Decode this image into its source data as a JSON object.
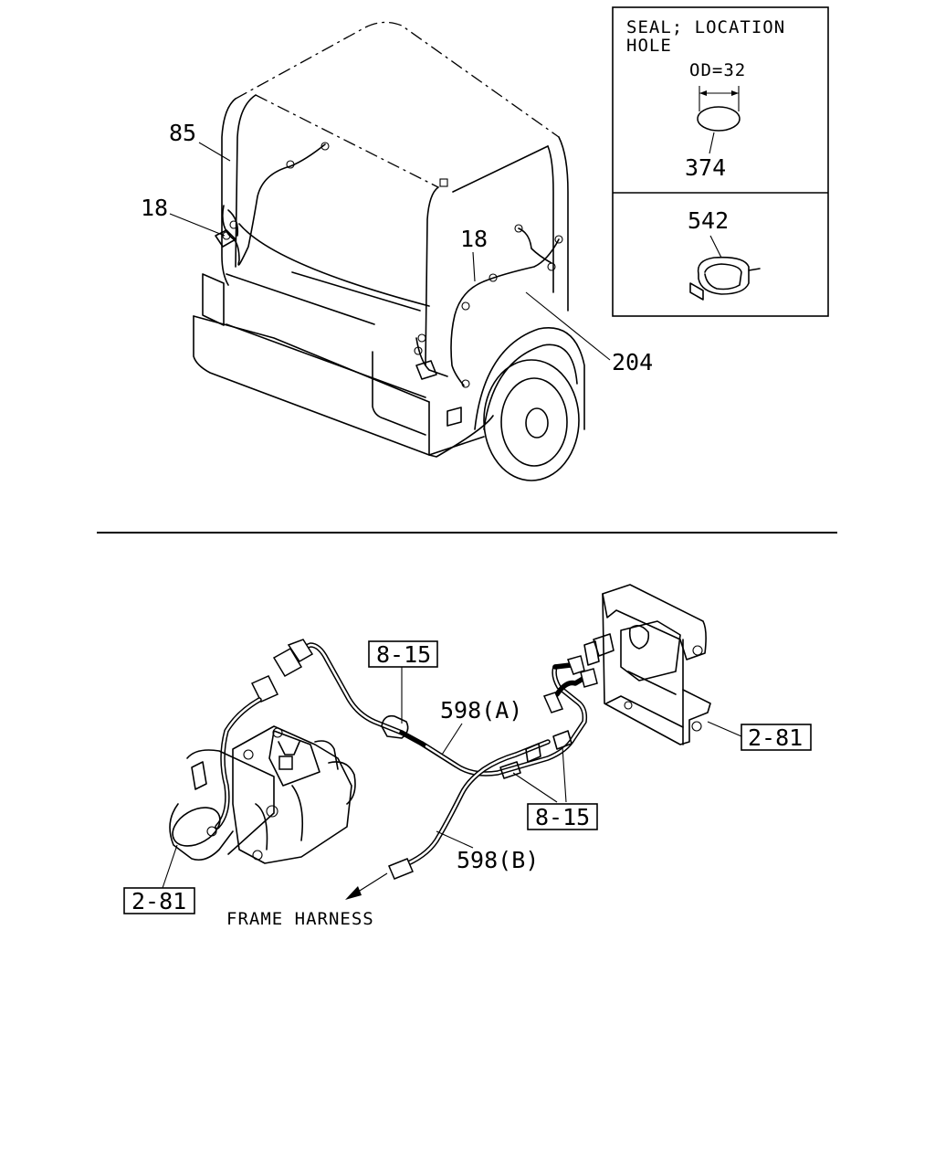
{
  "inset": {
    "title_line1": "SEAL; LOCATION",
    "title_line2": "HOLE",
    "od_label": "OD=32",
    "seal_part": "374",
    "clip_part": "542"
  },
  "upper": {
    "callouts": [
      "85",
      "18",
      "18",
      "204"
    ]
  },
  "lower": {
    "ref_8_15_top": "8-15",
    "ref_8_15_bottom": "8-15",
    "ref_2_81_right": "2-81",
    "ref_2_81_left": "2-81",
    "harness_a": "598(A)",
    "harness_b": "598(B)",
    "frame_harness": "FRAME HARNESS"
  }
}
